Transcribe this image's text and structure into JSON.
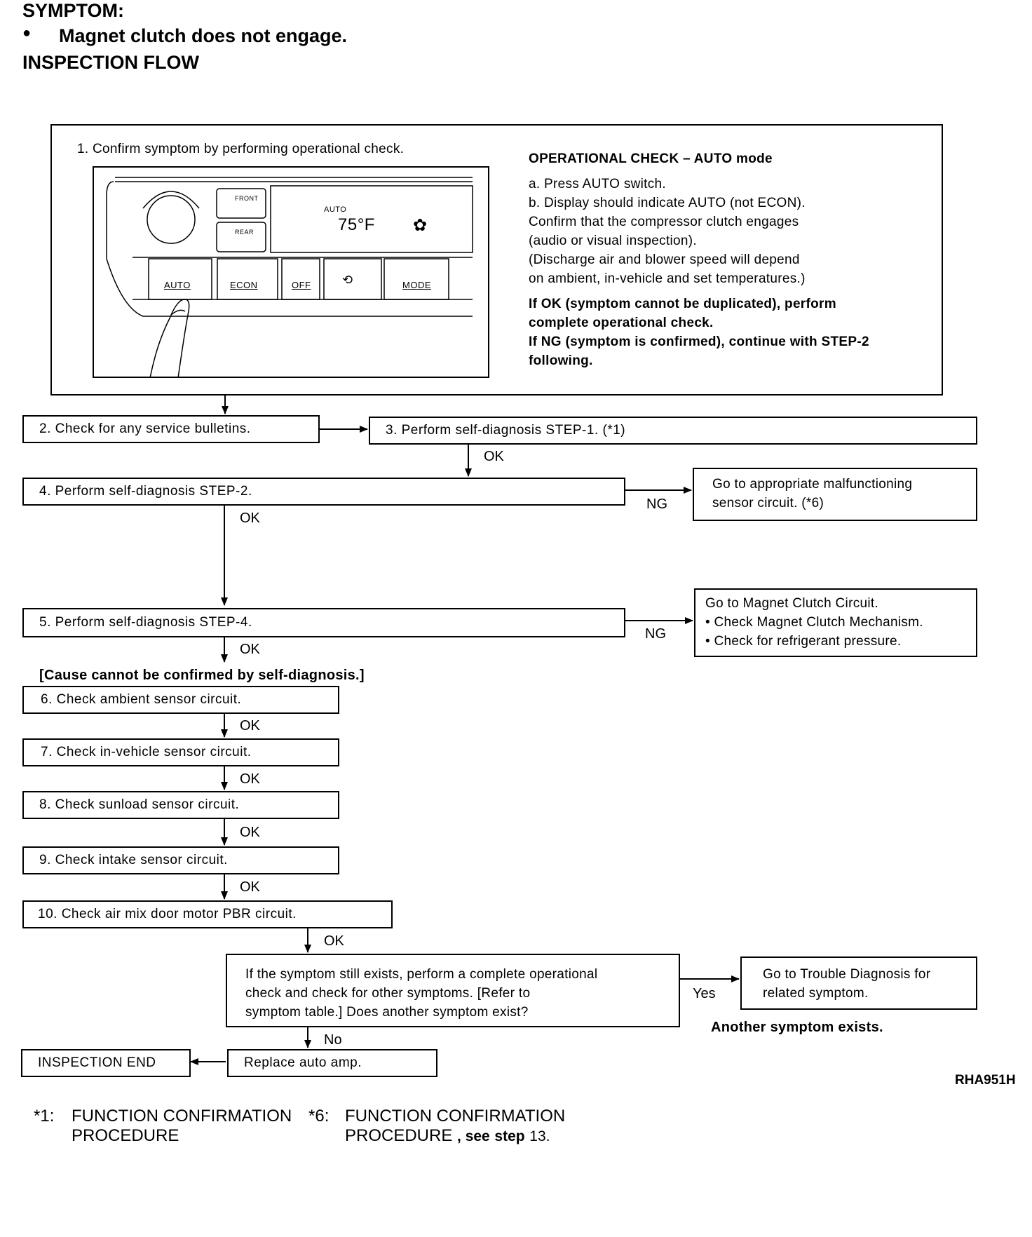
{
  "header": {
    "symptom_label": "SYMPTOM:",
    "bullet": "●",
    "symptom_text": "Magnet clutch does not engage.",
    "section_title": "INSPECTION FLOW"
  },
  "step1": {
    "title": "1. Confirm symptom by performing operational check.",
    "panel": {
      "display_auto": "AUTO",
      "display_temp": "75°F",
      "front_label": "FRONT",
      "rear_label": "REAR",
      "btn_auto": "AUTO",
      "btn_econ": "ECON",
      "btn_off": "OFF",
      "btn_mode": "MODE"
    },
    "op_check": {
      "heading": "OPERATIONAL CHECK – AUTO mode",
      "line_a": "a. Press AUTO switch.",
      "line_b": "b. Display should indicate AUTO (not ECON).",
      "line_c1": "Confirm that the compressor clutch engages",
      "line_c2": "(audio or visual inspection).",
      "line_d1": "(Discharge air and blower speed will depend",
      "line_d2": "on ambient, in-vehicle and set temperatures.)",
      "ok_line1": "If OK (symptom cannot be duplicated), perform",
      "ok_line2": "complete operational check.",
      "ng_line1": "If NG (symptom is confirmed), continue with STEP-2",
      "ng_line2": "following."
    }
  },
  "steps": {
    "s2": "2. Check for any service bulletins.",
    "s3": "3. Perform self-diagnosis STEP-1. (*1)",
    "s4": "4. Perform self-diagnosis STEP-2.",
    "s4_ng": "Go to appropriate malfunctioning",
    "s4_ng2": "sensor circuit. (*6)",
    "s5": "5. Perform self-diagnosis STEP-4.",
    "s5_ng1": "Go to Magnet Clutch Circuit.",
    "s5_ng2": "• Check Magnet Clutch Mechanism.",
    "s5_ng3": "• Check for refrigerant pressure.",
    "cause_note": "[Cause cannot be confirmed by self-diagnosis.]",
    "s6": "6. Check ambient sensor circuit.",
    "s7": "7. Check in-vehicle sensor circuit.",
    "s8": "8. Check sunload sensor circuit.",
    "s9": "9. Check intake sensor circuit.",
    "s10": "10. Check air mix door motor PBR circuit.",
    "decision1": "If the symptom still exists, perform a complete operational",
    "decision2": "check and check for other symptoms. [Refer to",
    "decision3": "symptom table.] Does another symptom exist?",
    "yes_target1": "Go to Trouble Diagnosis for",
    "yes_target2": "related symptom.",
    "another": "Another symptom exists.",
    "replace": "Replace auto amp.",
    "end": "INSPECTION END"
  },
  "labels": {
    "ok": "OK",
    "ng": "NG",
    "yes": "Yes",
    "no": "No"
  },
  "figure_code": "RHA951H",
  "footnotes": {
    "n1_mark": "*1:",
    "n1_line1": "FUNCTION CONFIRMATION",
    "n1_line2": "PROCEDURE",
    "n6_mark": "*6:",
    "n6_line1": "FUNCTION CONFIRMATION",
    "n6_line2a": "PROCEDURE",
    "n6_line2b": ", see",
    "n6_line2c": "step",
    "n6_line2d": "13."
  }
}
